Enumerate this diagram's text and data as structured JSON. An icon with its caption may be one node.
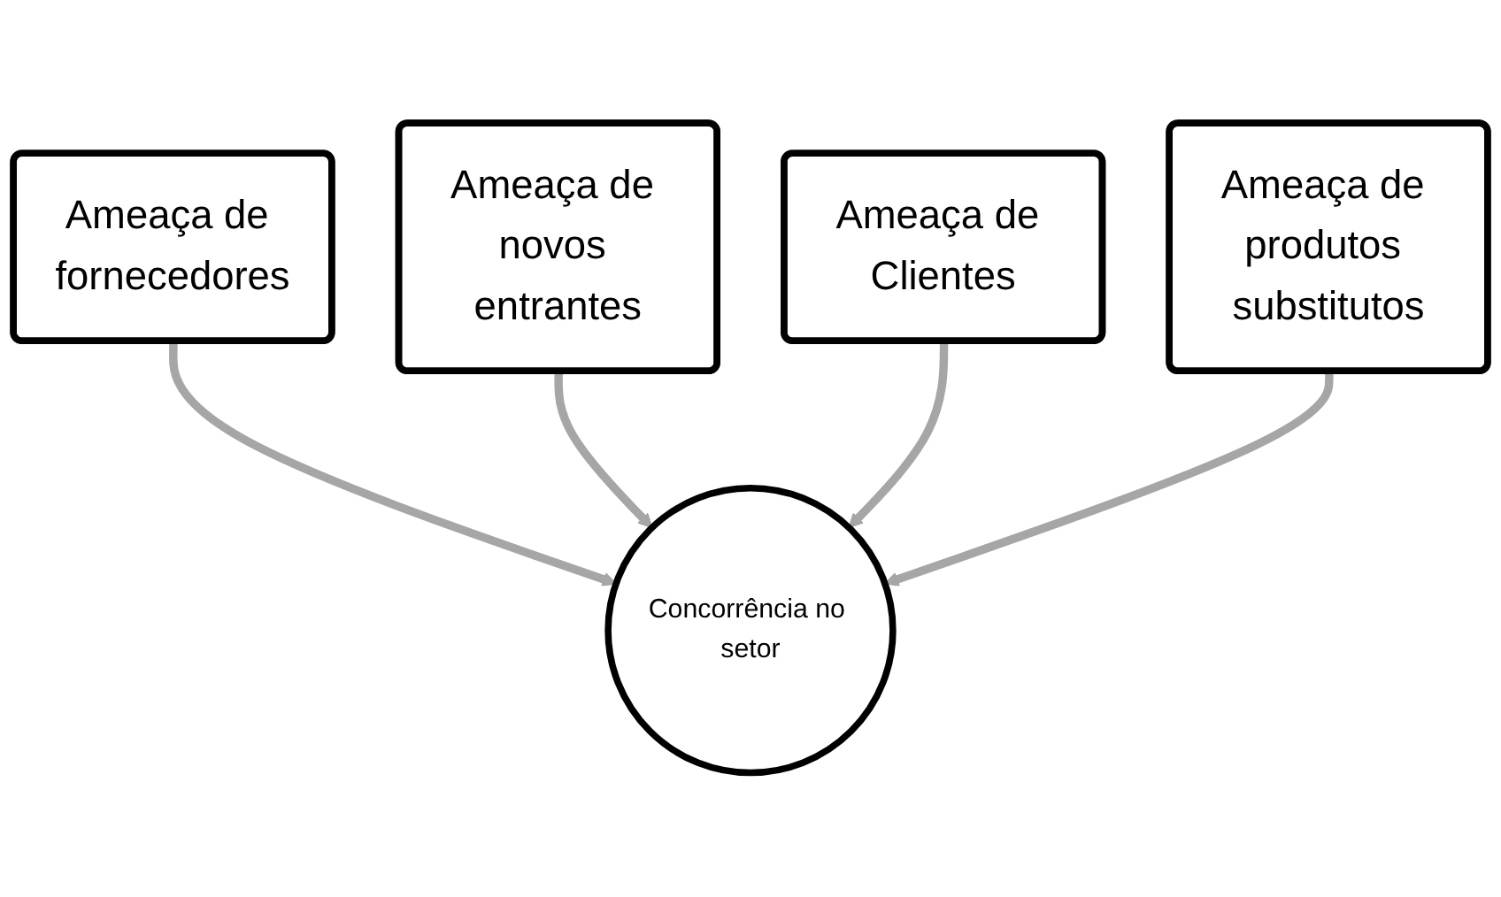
{
  "diagram": {
    "nodes": [
      {
        "text": [
          "Ameaça de novos entrantes"
        ]
      },
      {
        "text": [
          "Ameaça de Clientes"
        ]
      },
      {
        "text": [
          "Ameaça de fornecedores"
        ]
      },
      {
        "text": [
          "Ameaça de produtos substitutos"
        ]
      },
      {
        "text": [
          "Concorrência no setor"
        ]
      }
    ],
    "edges": [
      {
        "from": 2,
        "to": 4,
        "arrow": "to"
      },
      {
        "from": 0,
        "to": 4,
        "arrow": "to"
      },
      {
        "from": 1,
        "to": 4,
        "arrow": "to"
      },
      {
        "from": 3,
        "to": 4,
        "arrow": "to"
      }
    ]
  }
}
